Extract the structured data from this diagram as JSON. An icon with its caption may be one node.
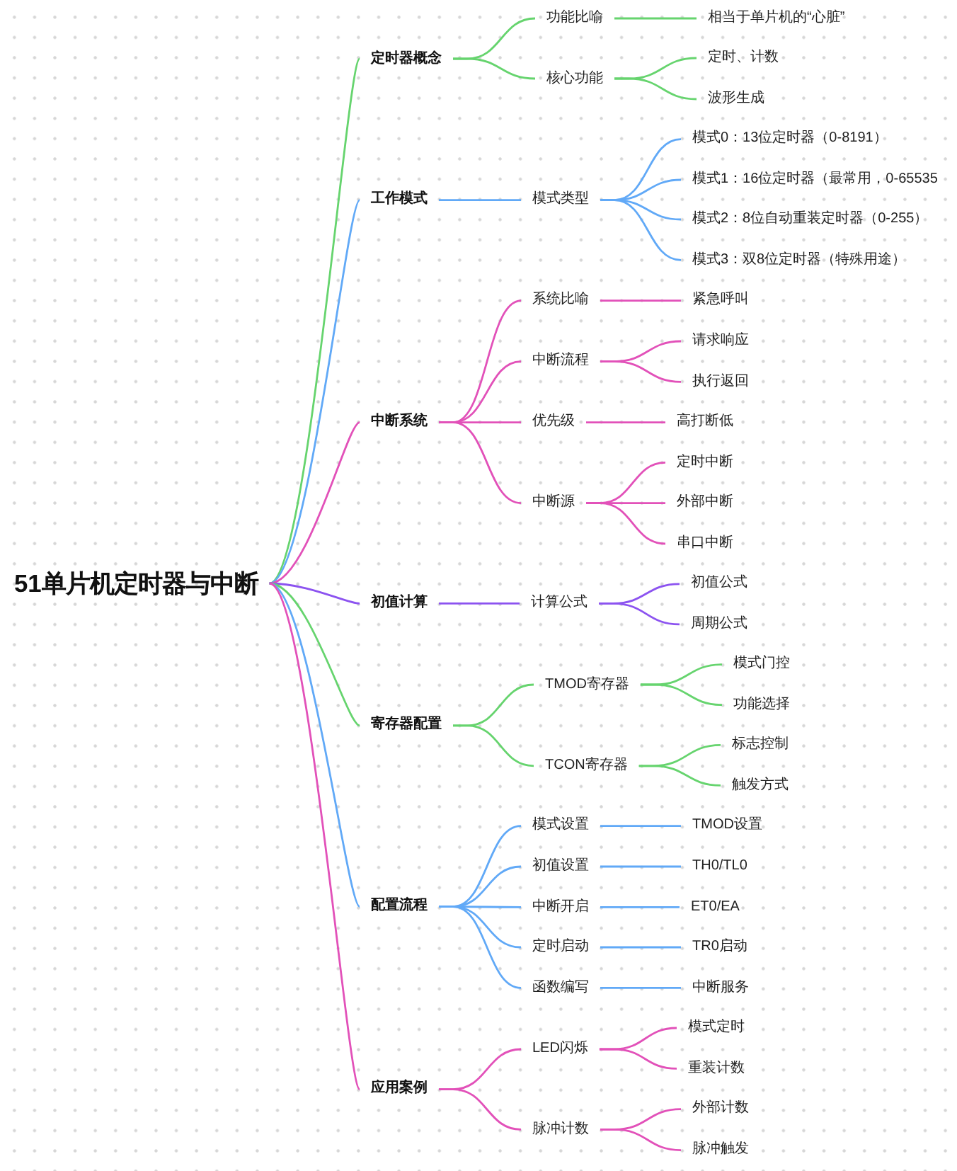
{
  "diagram": {
    "nodes": [
      {
        "text": [
          "51单片机定时器与中断"
        ]
      },
      {
        "text": [
          "定时器概念"
        ]
      },
      {
        "text": [
          "功能比喻"
        ]
      },
      {
        "text": [
          "相当于单片机的“心脏”"
        ]
      },
      {
        "text": [
          "核心功能"
        ]
      },
      {
        "text": [
          "定时、计数"
        ]
      },
      {
        "text": [
          "波形生成"
        ]
      },
      {
        "text": [
          "工作模式"
        ]
      },
      {
        "text": [
          "模式类型"
        ]
      },
      {
        "text": [
          "模式0：13位定时器（0-8191）"
        ]
      },
      {
        "text": [
          "模式1：16位定时器（最常用，0-65535"
        ]
      },
      {
        "text": [
          "模式2：8位自动重装定时器（0-255）"
        ]
      },
      {
        "text": [
          "模式3：双8位定时器（特殊用途）"
        ]
      },
      {
        "text": [
          "中断系统"
        ]
      },
      {
        "text": [
          "系统比喻"
        ]
      },
      {
        "text": [
          "紧急呼叫"
        ]
      },
      {
        "text": [
          "中断流程"
        ]
      },
      {
        "text": [
          "请求响应"
        ]
      },
      {
        "text": [
          "执行返回"
        ]
      },
      {
        "text": [
          "优先级"
        ]
      },
      {
        "text": [
          "高打断低"
        ]
      },
      {
        "text": [
          "中断源"
        ]
      },
      {
        "text": [
          "定时中断"
        ]
      },
      {
        "text": [
          "外部中断"
        ]
      },
      {
        "text": [
          "串口中断"
        ]
      },
      {
        "text": [
          "初值计算"
        ]
      },
      {
        "text": [
          "计算公式"
        ]
      },
      {
        "text": [
          "初值公式"
        ]
      },
      {
        "text": [
          "周期公式"
        ]
      },
      {
        "text": [
          "寄存器配置"
        ]
      },
      {
        "text": [
          "TMOD寄存器"
        ]
      },
      {
        "text": [
          "模式门控"
        ]
      },
      {
        "text": [
          "功能选择"
        ]
      },
      {
        "text": [
          "TCON寄存器"
        ]
      },
      {
        "text": [
          "标志控制"
        ]
      },
      {
        "text": [
          "触发方式"
        ]
      },
      {
        "text": [
          "配置流程"
        ]
      },
      {
        "text": [
          "模式设置"
        ]
      },
      {
        "text": [
          "TMOD设置"
        ]
      },
      {
        "text": [
          "初值设置"
        ]
      },
      {
        "text": [
          "TH0/TL0"
        ]
      },
      {
        "text": [
          "中断开启"
        ]
      },
      {
        "text": [
          "ET0/EA"
        ]
      },
      {
        "text": [
          "定时启动"
        ]
      },
      {
        "text": [
          "TR0启动"
        ]
      },
      {
        "text": [
          "函数编写"
        ]
      },
      {
        "text": [
          "中断服务"
        ]
      },
      {
        "text": [
          "应用案例"
        ]
      },
      {
        "text": [
          "LED闪烁"
        ]
      },
      {
        "text": [
          "模式定时"
        ]
      },
      {
        "text": [
          "重装计数"
        ]
      },
      {
        "text": [
          "脉冲计数"
        ]
      },
      {
        "text": [
          "外部计数"
        ]
      },
      {
        "text": [
          "脉冲触发"
        ]
      }
    ],
    "edges": [
      {
        "from": 0,
        "to": 1,
        "arrow": "none",
        "color": "#66d46e"
      },
      {
        "from": 1,
        "to": 2,
        "arrow": "none",
        "color": "#66d46e"
      },
      {
        "from": 2,
        "to": 3,
        "arrow": "none",
        "color": "#66d46e"
      },
      {
        "from": 1,
        "to": 4,
        "arrow": "none",
        "color": "#66d46e"
      },
      {
        "from": 4,
        "to": 5,
        "arrow": "none",
        "color": "#66d46e"
      },
      {
        "from": 4,
        "to": 6,
        "arrow": "none",
        "color": "#66d46e"
      },
      {
        "from": 0,
        "to": 7,
        "arrow": "none",
        "color": "#61a9f7"
      },
      {
        "from": 7,
        "to": 8,
        "arrow": "none",
        "color": "#61a9f7"
      },
      {
        "from": 8,
        "to": 9,
        "arrow": "none",
        "color": "#61a9f7"
      },
      {
        "from": 8,
        "to": 10,
        "arrow": "none",
        "color": "#61a9f7"
      },
      {
        "from": 8,
        "to": 11,
        "arrow": "none",
        "color": "#61a9f7"
      },
      {
        "from": 8,
        "to": 12,
        "arrow": "none",
        "color": "#61a9f7"
      },
      {
        "from": 0,
        "to": 13,
        "arrow": "none"
      },
      {
        "from": 13,
        "to": 14,
        "arrow": "none"
      },
      {
        "from": 14,
        "to": 15,
        "arrow": "none"
      },
      {
        "from": 13,
        "to": 16,
        "arrow": "none"
      },
      {
        "from": 16,
        "to": 17,
        "arrow": "none"
      },
      {
        "from": 16,
        "to": 18,
        "arrow": "none"
      },
      {
        "from": 13,
        "to": 19,
        "arrow": "none"
      },
      {
        "from": 19,
        "to": 20,
        "arrow": "none"
      },
      {
        "from": 13,
        "to": 21,
        "arrow": "none"
      },
      {
        "from": 21,
        "to": 22,
        "arrow": "none"
      },
      {
        "from": 21,
        "to": 23,
        "arrow": "none"
      },
      {
        "from": 21,
        "to": 24,
        "arrow": "none"
      },
      {
        "from": 0,
        "to": 25,
        "arrow": "none",
        "color": "#8c53f0"
      },
      {
        "from": 25,
        "to": 26,
        "arrow": "none",
        "color": "#8c53f0"
      },
      {
        "from": 26,
        "to": 27,
        "arrow": "none",
        "color": "#8c53f0"
      },
      {
        "from": 26,
        "to": 28,
        "arrow": "none",
        "color": "#8c53f0"
      },
      {
        "from": 0,
        "to": 29,
        "arrow": "none",
        "color": "#66d46e"
      },
      {
        "from": 29,
        "to": 30,
        "arrow": "none",
        "color": "#66d46e"
      },
      {
        "from": 30,
        "to": 31,
        "arrow": "none",
        "color": "#66d46e"
      },
      {
        "from": 30,
        "to": 32,
        "arrow": "none",
        "color": "#66d46e"
      },
      {
        "from": 29,
        "to": 33,
        "arrow": "none",
        "color": "#66d46e"
      },
      {
        "from": 33,
        "to": 34,
        "arrow": "none",
        "color": "#66d46e"
      },
      {
        "from": 33,
        "to": 35,
        "arrow": "none",
        "color": "#66d46e"
      },
      {
        "from": 0,
        "to": 36,
        "arrow": "none",
        "color": "#61a9f7"
      },
      {
        "from": 36,
        "to": 37,
        "arrow": "none",
        "color": "#61a9f7"
      },
      {
        "from": 37,
        "to": 38,
        "arrow": "none",
        "color": "#61a9f7"
      },
      {
        "from": 36,
        "to": 39,
        "arrow": "none",
        "color": "#61a9f7"
      },
      {
        "from": 39,
        "to": 40,
        "arrow": "none",
        "color": "#61a9f7"
      },
      {
        "from": 36,
        "to": 41,
        "arrow": "none",
        "color": "#61a9f7"
      },
      {
        "from": 41,
        "to": 42,
        "arrow": "none",
        "color": "#61a9f7"
      },
      {
        "from": 36,
        "to": 43,
        "arrow": "none",
        "color": "#61a9f7"
      },
      {
        "from": 43,
        "to": 44,
        "arrow": "none",
        "color": "#61a9f7"
      },
      {
        "from": 36,
        "to": 45,
        "arrow": "none",
        "color": "#61a9f7"
      },
      {
        "from": 45,
        "to": 46,
        "arrow": "none",
        "color": "#61a9f7"
      },
      {
        "from": 0,
        "to": 47,
        "arrow": "none"
      },
      {
        "from": 47,
        "to": 48,
        "arrow": "none"
      },
      {
        "from": 48,
        "to": 49,
        "arrow": "none"
      },
      {
        "from": 48,
        "to": 50,
        "arrow": "none"
      },
      {
        "from": 47,
        "to": 51,
        "arrow": "none"
      },
      {
        "from": 51,
        "to": 52,
        "arrow": "none"
      },
      {
        "from": 51,
        "to": 53,
        "arrow": "none"
      }
    ]
  }
}
